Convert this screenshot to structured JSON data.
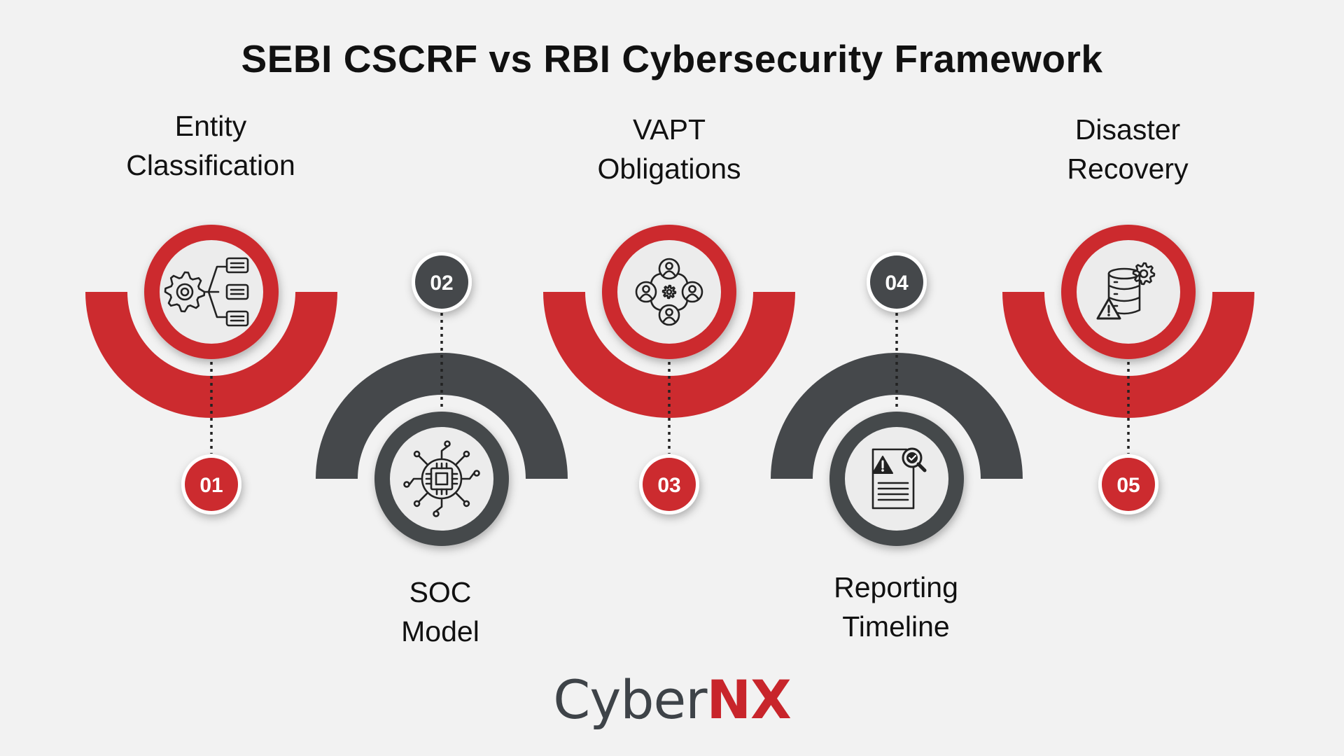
{
  "title": "SEBI CSCRF vs RBI Cybersecurity Framework",
  "colors": {
    "red": "#cc2b2f",
    "dark": "#45484b",
    "background": "#f2f2f2",
    "icon_bg": "#ececec"
  },
  "steps": [
    {
      "number": "01",
      "label_line1": "Entity",
      "label_line2": "Classification",
      "icon": "gear-hierarchy-icon",
      "color": "red"
    },
    {
      "number": "02",
      "label_line1": "SOC",
      "label_line2": "Model",
      "icon": "processor-chip-icon",
      "color": "dark"
    },
    {
      "number": "03",
      "label_line1": "VAPT",
      "label_line2": "Obligations",
      "icon": "team-network-gear-icon",
      "color": "red"
    },
    {
      "number": "04",
      "label_line1": "Reporting",
      "label_line2": "Timeline",
      "icon": "report-warning-search-icon",
      "color": "dark"
    },
    {
      "number": "05",
      "label_line1": "Disaster",
      "label_line2": "Recovery",
      "icon": "database-gear-warning-icon",
      "color": "red"
    }
  ],
  "logo": {
    "part1": "Cyber",
    "part2": "NX"
  }
}
